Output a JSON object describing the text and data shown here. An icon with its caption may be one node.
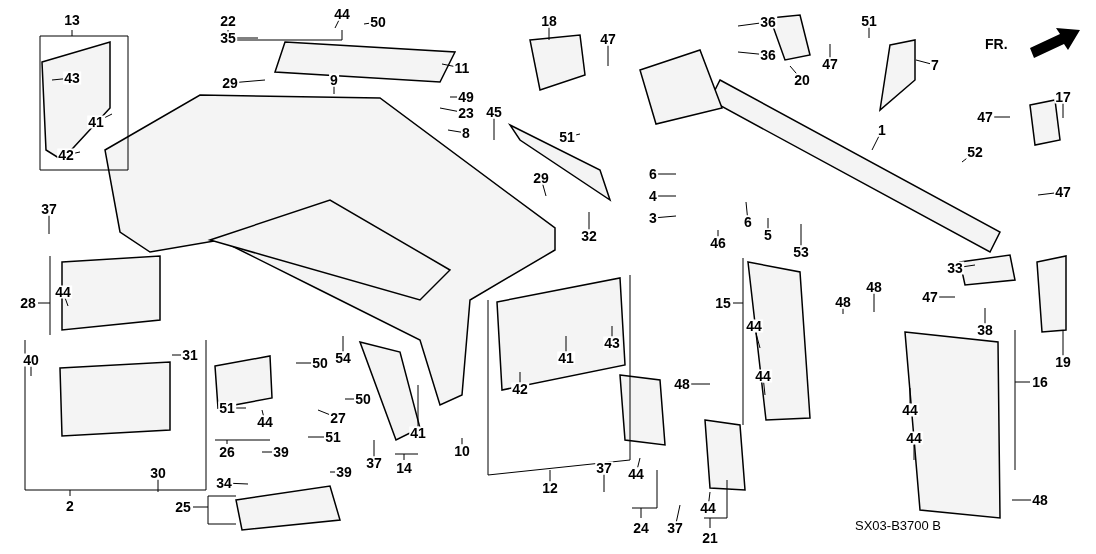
{
  "diagram": {
    "nodes": [
      {
        "text": [
          "13"
        ]
      },
      {
        "text": [
          "43"
        ]
      },
      {
        "text": [
          "41"
        ]
      },
      {
        "text": [
          "42"
        ]
      },
      {
        "text": [
          "35"
        ]
      },
      {
        "text": [
          "22"
        ]
      },
      {
        "text": [
          "44"
        ]
      },
      {
        "text": [
          "50"
        ]
      },
      {
        "text": [
          "11"
        ]
      },
      {
        "text": [
          "29"
        ]
      },
      {
        "text": [
          "9"
        ]
      },
      {
        "text": [
          "49"
        ]
      },
      {
        "text": [
          "23"
        ]
      },
      {
        "text": [
          "8"
        ]
      },
      {
        "text": [
          "18"
        ]
      },
      {
        "text": [
          "47"
        ]
      },
      {
        "text": [
          "36"
        ]
      },
      {
        "text": [
          "36"
        ]
      },
      {
        "text": [
          "20"
        ]
      },
      {
        "text": [
          "51"
        ]
      },
      {
        "text": [
          "47"
        ]
      },
      {
        "text": [
          "7"
        ]
      },
      {
        "text": [
          "17"
        ]
      },
      {
        "text": [
          "47"
        ]
      },
      {
        "text": [
          "52"
        ]
      },
      {
        "text": [
          "1"
        ]
      },
      {
        "text": [
          "45"
        ]
      },
      {
        "text": [
          "51"
        ]
      },
      {
        "text": [
          "29"
        ]
      },
      {
        "text": [
          "32"
        ]
      },
      {
        "text": [
          "6"
        ]
      },
      {
        "text": [
          "4"
        ]
      },
      {
        "text": [
          "3"
        ]
      },
      {
        "text": [
          "6"
        ]
      },
      {
        "text": [
          "5"
        ]
      },
      {
        "text": [
          "53"
        ]
      },
      {
        "text": [
          "46"
        ]
      },
      {
        "text": [
          "37"
        ]
      },
      {
        "text": [
          "28"
        ]
      },
      {
        "text": [
          "44"
        ]
      },
      {
        "text": [
          "40"
        ]
      },
      {
        "text": [
          "31"
        ]
      },
      {
        "text": [
          "30"
        ]
      },
      {
        "text": [
          "2"
        ]
      },
      {
        "text": [
          "50"
        ]
      },
      {
        "text": [
          "54"
        ]
      },
      {
        "text": [
          "51"
        ]
      },
      {
        "text": [
          "44"
        ]
      },
      {
        "text": [
          "50"
        ]
      },
      {
        "text": [
          "27"
        ]
      },
      {
        "text": [
          "51"
        ]
      },
      {
        "text": [
          "26"
        ]
      },
      {
        "text": [
          "39"
        ]
      },
      {
        "text": [
          "37"
        ]
      },
      {
        "text": [
          "14"
        ]
      },
      {
        "text": [
          "41"
        ]
      },
      {
        "text": [
          "10"
        ]
      },
      {
        "text": [
          "39"
        ]
      },
      {
        "text": [
          "34"
        ]
      },
      {
        "text": [
          "25"
        ]
      },
      {
        "text": [
          "12"
        ]
      },
      {
        "text": [
          "42"
        ]
      },
      {
        "text": [
          "41"
        ]
      },
      {
        "text": [
          "43"
        ]
      },
      {
        "text": [
          "15"
        ]
      },
      {
        "text": [
          "48"
        ]
      },
      {
        "text": [
          "48"
        ]
      },
      {
        "text": [
          "44"
        ]
      },
      {
        "text": [
          "44"
        ]
      },
      {
        "text": [
          "48"
        ]
      },
      {
        "text": [
          "47"
        ]
      },
      {
        "text": [
          "38"
        ]
      },
      {
        "text": [
          "33"
        ]
      },
      {
        "text": [
          "19"
        ]
      },
      {
        "text": [
          "47"
        ]
      },
      {
        "text": [
          "16"
        ]
      },
      {
        "text": [
          "44"
        ]
      },
      {
        "text": [
          "44"
        ]
      },
      {
        "text": [
          "48"
        ]
      },
      {
        "text": [
          "37"
        ]
      },
      {
        "text": [
          "44"
        ]
      },
      {
        "text": [
          "24"
        ]
      },
      {
        "text": [
          "37"
        ]
      },
      {
        "text": [
          "44"
        ]
      },
      {
        "text": [
          "21"
        ]
      }
    ],
    "edges": [
      {
        "from": 1,
        "to": null,
        "arrow": "none"
      },
      {
        "from": 2,
        "to": null,
        "arrow": "none"
      },
      {
        "from": 3,
        "to": null,
        "arrow": "none"
      },
      {
        "from": 4,
        "to": null,
        "arrow": "none"
      },
      {
        "from": 6,
        "to": null,
        "arrow": "none"
      },
      {
        "from": 7,
        "to": null,
        "arrow": "none"
      },
      {
        "from": 8,
        "to": null,
        "arrow": "none"
      },
      {
        "from": 9,
        "to": null,
        "arrow": "none"
      },
      {
        "from": 10,
        "to": null,
        "arrow": "none"
      },
      {
        "from": 11,
        "to": null,
        "arrow": "none"
      },
      {
        "from": 12,
        "to": null,
        "arrow": "none"
      },
      {
        "from": 13,
        "to": null,
        "arrow": "none"
      },
      {
        "from": 14,
        "to": null,
        "arrow": "none"
      },
      {
        "from": 15,
        "to": null,
        "arrow": "none"
      },
      {
        "from": 16,
        "to": null,
        "arrow": "none"
      },
      {
        "from": 17,
        "to": null,
        "arrow": "none"
      },
      {
        "from": 18,
        "to": null,
        "arrow": "none"
      },
      {
        "from": 19,
        "to": null,
        "arrow": "none"
      },
      {
        "from": 20,
        "to": null,
        "arrow": "none"
      },
      {
        "from": 21,
        "to": null,
        "arrow": "none"
      },
      {
        "from": 22,
        "to": null,
        "arrow": "none"
      },
      {
        "from": 23,
        "to": null,
        "arrow": "none"
      },
      {
        "from": 24,
        "to": null,
        "arrow": "none"
      },
      {
        "from": 25,
        "to": null,
        "arrow": "none"
      },
      {
        "from": 26,
        "to": null,
        "arrow": "none"
      },
      {
        "from": 27,
        "to": null,
        "arrow": "none"
      },
      {
        "from": 28,
        "to": null,
        "arrow": "none"
      },
      {
        "from": 29,
        "to": null,
        "arrow": "none"
      },
      {
        "from": 30,
        "to": null,
        "arrow": "none"
      },
      {
        "from": 31,
        "to": null,
        "arrow": "none"
      },
      {
        "from": 32,
        "to": null,
        "arrow": "none"
      },
      {
        "from": 33,
        "to": null,
        "arrow": "none"
      },
      {
        "from": 34,
        "to": null,
        "arrow": "none"
      },
      {
        "from": 35,
        "to": null,
        "arrow": "none"
      },
      {
        "from": 36,
        "to": null,
        "arrow": "none"
      },
      {
        "from": 37,
        "to": null,
        "arrow": "none"
      },
      {
        "from": 39,
        "to": null,
        "arrow": "none"
      },
      {
        "from": 40,
        "to": null,
        "arrow": "none"
      },
      {
        "from": 41,
        "to": null,
        "arrow": "none"
      },
      {
        "from": 42,
        "to": null,
        "arrow": "none"
      },
      {
        "from": 44,
        "to": null,
        "arrow": "none"
      },
      {
        "from": 45,
        "to": null,
        "arrow": "none"
      },
      {
        "from": 46,
        "to": null,
        "arrow": "none"
      },
      {
        "from": 47,
        "to": null,
        "arrow": "none"
      },
      {
        "from": 48,
        "to": null,
        "arrow": "none"
      },
      {
        "from": 49,
        "to": null,
        "arrow": "none"
      },
      {
        "from": 50,
        "to": null,
        "arrow": "none"
      },
      {
        "from": 52,
        "to": null,
        "arrow": "none"
      },
      {
        "from": 53,
        "to": null,
        "arrow": "none"
      },
      {
        "from": 55,
        "to": null,
        "arrow": "none"
      },
      {
        "from": 56,
        "to": null,
        "arrow": "none"
      },
      {
        "from": 57,
        "to": null,
        "arrow": "none"
      },
      {
        "from": 58,
        "to": null,
        "arrow": "none"
      },
      {
        "from": 60,
        "to": null,
        "arrow": "none"
      },
      {
        "from": 61,
        "to": null,
        "arrow": "none"
      },
      {
        "from": 62,
        "to": null,
        "arrow": "none"
      },
      {
        "from": 63,
        "to": null,
        "arrow": "none"
      },
      {
        "from": 65,
        "to": null,
        "arrow": "none"
      },
      {
        "from": 66,
        "to": null,
        "arrow": "none"
      },
      {
        "from": 67,
        "to": null,
        "arrow": "none"
      },
      {
        "from": 68,
        "to": null,
        "arrow": "none"
      },
      {
        "from": 69,
        "to": null,
        "arrow": "none"
      },
      {
        "from": 70,
        "to": null,
        "arrow": "none"
      },
      {
        "from": 71,
        "to": null,
        "arrow": "none"
      },
      {
        "from": 72,
        "to": null,
        "arrow": "none"
      },
      {
        "from": 73,
        "to": null,
        "arrow": "none"
      },
      {
        "from": 74,
        "to": null,
        "arrow": "none"
      },
      {
        "from": 76,
        "to": null,
        "arrow": "none"
      },
      {
        "from": 77,
        "to": null,
        "arrow": "none"
      },
      {
        "from": 78,
        "to": null,
        "arrow": "none"
      },
      {
        "from": 79,
        "to": null,
        "arrow": "none"
      },
      {
        "from": 80,
        "to": null,
        "arrow": "none"
      },
      {
        "from": 82,
        "to": null,
        "arrow": "none"
      },
      {
        "from": 83,
        "to": null,
        "arrow": "none"
      }
    ],
    "labels": [
      "FR.",
      "SX03-B3700 B"
    ]
  }
}
